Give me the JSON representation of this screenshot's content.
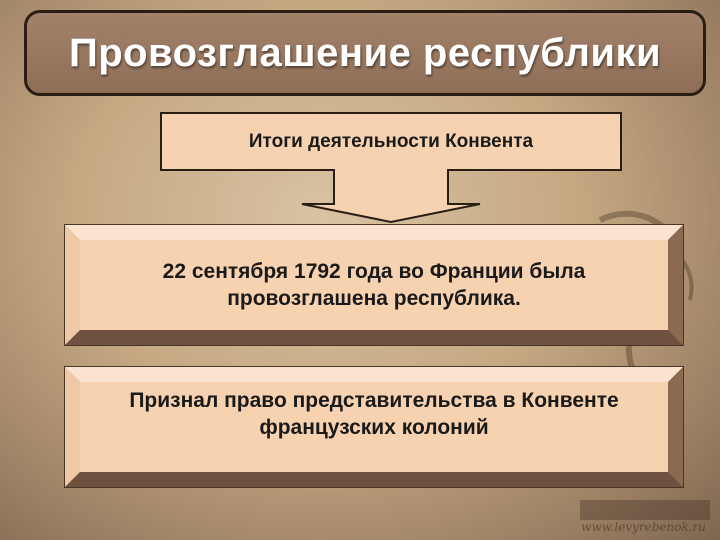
{
  "title": "Провозглашение республики",
  "callout": "Итоги деятельности Конвента",
  "items": [
    "22 сентября 1792 года во Франции была провозглашена республика.",
    "Признал право представительства в Конвенте французских колоний"
  ],
  "watermark": "www.levyrebenok.ru",
  "colors": {
    "background": "#c5a882",
    "title_fill": "#967760",
    "box_fill": "#f7d2b0",
    "bevel_light": "#fbe4cf",
    "bevel_dark": "#8c6a52"
  }
}
